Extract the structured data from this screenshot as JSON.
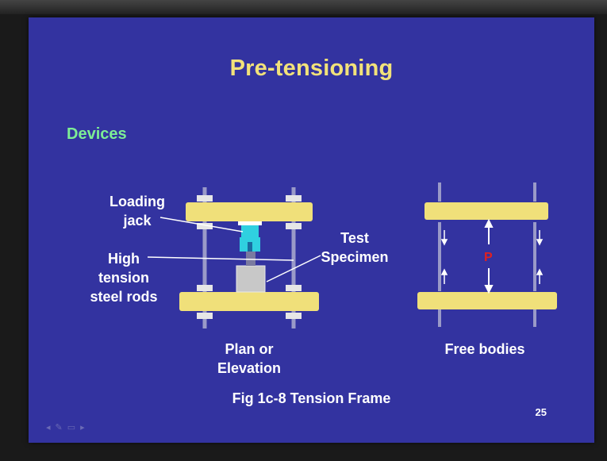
{
  "slide": {
    "title": "Pre-tensioning",
    "section_label": "Devices",
    "labels": {
      "loading_jack_line1": "Loading",
      "loading_jack_line2": "jack",
      "rods_line1": "High",
      "rods_line2": "tension",
      "rods_line3": "steel rods",
      "specimen_line1": "Test",
      "specimen_line2": "Specimen",
      "plan_line1": "Plan or",
      "plan_line2": "Elevation",
      "free_bodies": "Free bodies",
      "force_symbol": "P"
    },
    "figure_caption": "Fig 1c-8 Tension Frame",
    "page_number": "25",
    "nav_icons": [
      "prev-icon",
      "edit-icon",
      "menu-icon",
      "next-icon"
    ]
  },
  "colors": {
    "background": "#3333a0",
    "title": "#f2e27a",
    "section": "#7dee95",
    "beam": "#f0e07a",
    "jack": "#2fd0e0",
    "force": "#e02020"
  }
}
